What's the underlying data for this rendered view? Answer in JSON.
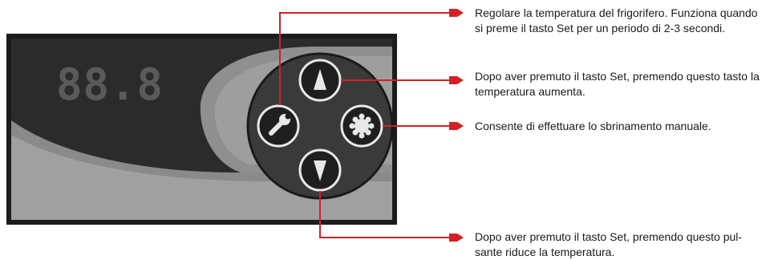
{
  "display": {
    "readout": "88.8"
  },
  "colors": {
    "leader": "#d41f26",
    "panel_frame": "#1c1c1c",
    "panel_dark": "#2b2b2b",
    "panel_gray": "#8f8f8f",
    "display_digits": "#5a5a5a",
    "dial": "#3a3a3a",
    "button_ring": "#e8e8e8"
  },
  "buttons": [
    {
      "id": "up",
      "icon": "up-arrow-icon"
    },
    {
      "id": "set",
      "icon": "wrench-icon"
    },
    {
      "id": "defrost",
      "icon": "snowflake-icon"
    },
    {
      "id": "down",
      "icon": "down-arrow-icon"
    }
  ],
  "annotations": {
    "set_line1": "Regolare la temperatura del frigorifero. Funziona quando",
    "set_line2": "si preme il tasto Set per un periodo di 2-3 secondi.",
    "up_line1": "Dopo aver premuto il tasto Set, premendo questo tasto la",
    "up_line2": "temperatura aumenta.",
    "defrost_line1": "Consente di effettuare lo sbrinamento manuale.",
    "down_line1": "Dopo aver premuto il tasto Set, premendo questo pul-",
    "down_line2": "sante riduce la temperatura."
  }
}
